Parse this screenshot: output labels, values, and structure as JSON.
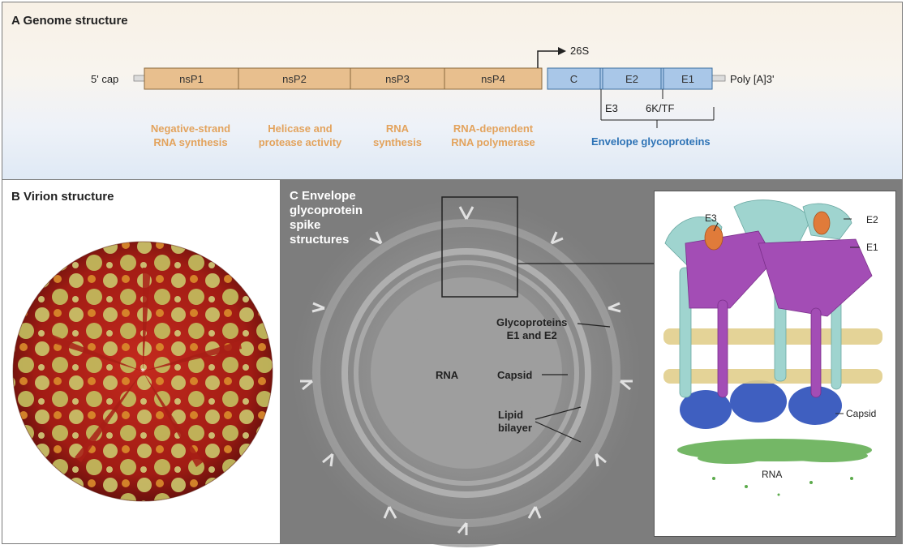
{
  "panel_a": {
    "title": "A  Genome structure",
    "five_prime": "5' cap",
    "three_prime": "Poly [A]3'",
    "promoter": "26S",
    "nonstructural": [
      "nsP1",
      "nsP2",
      "nsP3",
      "nsP4"
    ],
    "structural": [
      "C",
      "E2",
      "E1"
    ],
    "sub_e3": "E3",
    "sub_6k": "6K/TF",
    "functions": [
      "Negative-strand\nRNA synthesis",
      "Helicase and\nprotease activity",
      "RNA\nsynthesis",
      "RNA-dependent\nRNA polymerase"
    ],
    "envelope_label": "Envelope glycoproteins",
    "colors": {
      "nonstructural": "#e8bf8e",
      "structural": "#a9c7e8",
      "function_text": "#e3a35d",
      "envelope_text": "#2e73b6"
    }
  },
  "panel_b": {
    "title": "B  Virion structure",
    "colors": {
      "shell": "#b3241a",
      "spikes": "#c9c46a",
      "accent": "#d98a2b"
    }
  },
  "panel_c": {
    "title": "C  Envelope\nglycoprotein\nspike\nstructures",
    "labels": {
      "glyco": "Glycoproteins\nE1 and E2",
      "rna": "RNA",
      "capsid": "Capsid",
      "lipid": "Lipid\nbilayer"
    },
    "inset": {
      "e3": "E3",
      "e2": "E2",
      "e1": "E1",
      "capsid": "Capsid",
      "rna": "RNA",
      "colors": {
        "e1": "#a34db5",
        "e2": "#9fd4cf",
        "e3": "#e07b3a",
        "capsid": "#3f5fc0",
        "rna": "#5cab4c",
        "lipid": "#e2cf8c"
      }
    }
  }
}
